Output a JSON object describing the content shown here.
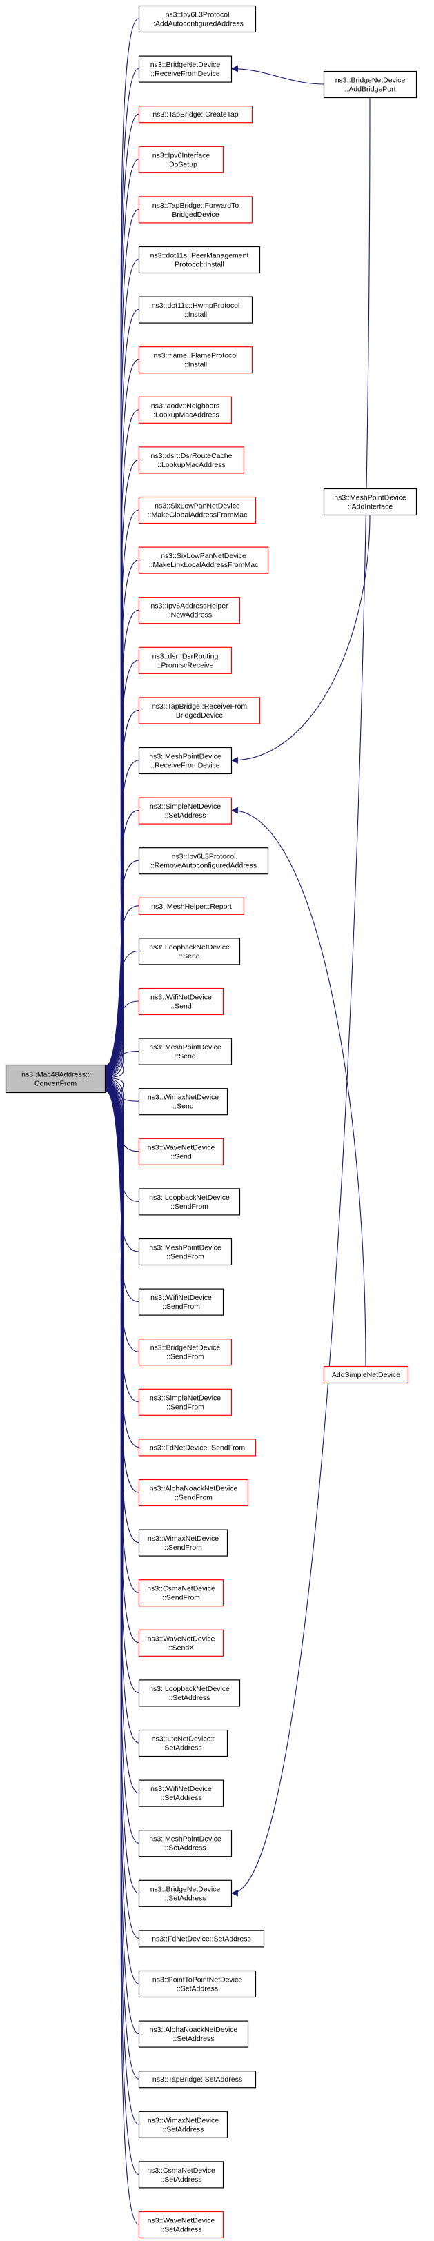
{
  "colors": {
    "edge": "#191970",
    "node_border_black": "#000000",
    "node_border_red": "#ff0000",
    "root_fill": "#bfbfbf",
    "node_fill": "#ffffff"
  },
  "root": {
    "id": "root",
    "lines": [
      "ns3::Mac48Address::",
      "ConvertFrom"
    ],
    "border": "black",
    "fill": "gray"
  },
  "callers": [
    {
      "id": "n1",
      "lines": [
        "ns3::Ipv6L3Protocol",
        "::AddAutoconfiguredAddress"
      ],
      "border": "black"
    },
    {
      "id": "n2",
      "lines": [
        "ns3::BridgeNetDevice",
        "::ReceiveFromDevice"
      ],
      "border": "black"
    },
    {
      "id": "n3",
      "lines": [
        "ns3::TapBridge::CreateTap"
      ],
      "border": "red"
    },
    {
      "id": "n4",
      "lines": [
        "ns3::Ipv6Interface",
        "::DoSetup"
      ],
      "border": "red"
    },
    {
      "id": "n5",
      "lines": [
        "ns3::TapBridge::ForwardTo",
        "BridgedDevice"
      ],
      "border": "red"
    },
    {
      "id": "n6",
      "lines": [
        "ns3::dot11s::PeerManagement",
        "Protocol::Install"
      ],
      "border": "black"
    },
    {
      "id": "n7",
      "lines": [
        "ns3::dot11s::HwmpProtocol",
        "::Install"
      ],
      "border": "black"
    },
    {
      "id": "n8",
      "lines": [
        "ns3::flame::FlameProtocol",
        "::Install"
      ],
      "border": "red"
    },
    {
      "id": "n9",
      "lines": [
        "ns3::aodv::Neighbors",
        "::LookupMacAddress"
      ],
      "border": "red"
    },
    {
      "id": "n10",
      "lines": [
        "ns3::dsr::DsrRouteCache",
        "::LookupMacAddress"
      ],
      "border": "red"
    },
    {
      "id": "n11",
      "lines": [
        "ns3::SixLowPanNetDevice",
        "::MakeGlobalAddressFromMac"
      ],
      "border": "red"
    },
    {
      "id": "n12",
      "lines": [
        "ns3::SixLowPanNetDevice",
        "::MakeLinkLocalAddressFromMac"
      ],
      "border": "red"
    },
    {
      "id": "n13",
      "lines": [
        "ns3::Ipv6AddressHelper",
        "::NewAddress"
      ],
      "border": "red"
    },
    {
      "id": "n14",
      "lines": [
        "ns3::dsr::DsrRouting",
        "::PromiscReceive"
      ],
      "border": "red"
    },
    {
      "id": "n15",
      "lines": [
        "ns3::TapBridge::ReceiveFrom",
        "BridgedDevice"
      ],
      "border": "red"
    },
    {
      "id": "n16",
      "lines": [
        "ns3::MeshPointDevice",
        "::ReceiveFromDevice"
      ],
      "border": "black"
    },
    {
      "id": "n17",
      "lines": [
        "ns3::SimpleNetDevice",
        "::SetAddress"
      ],
      "border": "red"
    },
    {
      "id": "n18",
      "lines": [
        "ns3::Ipv6L3Protocol",
        "::RemoveAutoconfiguredAddress"
      ],
      "border": "black"
    },
    {
      "id": "n19",
      "lines": [
        "ns3::MeshHelper::Report"
      ],
      "border": "red"
    },
    {
      "id": "n20",
      "lines": [
        "ns3::LoopbackNetDevice",
        "::Send"
      ],
      "border": "black"
    },
    {
      "id": "n21",
      "lines": [
        "ns3::WifiNetDevice",
        "::Send"
      ],
      "border": "red"
    },
    {
      "id": "n22",
      "lines": [
        "ns3::MeshPointDevice",
        "::Send"
      ],
      "border": "black"
    },
    {
      "id": "n23",
      "lines": [
        "ns3::WimaxNetDevice",
        "::Send"
      ],
      "border": "black"
    },
    {
      "id": "n24",
      "lines": [
        "ns3::WaveNetDevice",
        "::Send"
      ],
      "border": "red"
    },
    {
      "id": "n25",
      "lines": [
        "ns3::LoopbackNetDevice",
        "::SendFrom"
      ],
      "border": "black"
    },
    {
      "id": "n26",
      "lines": [
        "ns3::MeshPointDevice",
        "::SendFrom"
      ],
      "border": "black"
    },
    {
      "id": "n27",
      "lines": [
        "ns3::WifiNetDevice",
        "::SendFrom"
      ],
      "border": "black"
    },
    {
      "id": "n28",
      "lines": [
        "ns3::BridgeNetDevice",
        "::SendFrom"
      ],
      "border": "red"
    },
    {
      "id": "n29",
      "lines": [
        "ns3::SimpleNetDevice",
        "::SendFrom"
      ],
      "border": "red"
    },
    {
      "id": "n30",
      "lines": [
        "ns3::FdNetDevice::SendFrom"
      ],
      "border": "red"
    },
    {
      "id": "n31",
      "lines": [
        "ns3::AlohaNoackNetDevice",
        "::SendFrom"
      ],
      "border": "red"
    },
    {
      "id": "n32",
      "lines": [
        "ns3::WimaxNetDevice",
        "::SendFrom"
      ],
      "border": "black"
    },
    {
      "id": "n33",
      "lines": [
        "ns3::CsmaNetDevice",
        "::SendFrom"
      ],
      "border": "red"
    },
    {
      "id": "n34",
      "lines": [
        "ns3::WaveNetDevice",
        "::SendX"
      ],
      "border": "red"
    },
    {
      "id": "n35",
      "lines": [
        "ns3::LoopbackNetDevice",
        "::SetAddress"
      ],
      "border": "black"
    },
    {
      "id": "n36",
      "lines": [
        "ns3::LteNetDevice::",
        "SetAddress"
      ],
      "border": "black"
    },
    {
      "id": "n37",
      "lines": [
        "ns3::WifiNetDevice",
        "::SetAddress"
      ],
      "border": "black"
    },
    {
      "id": "n38",
      "lines": [
        "ns3::MeshPointDevice",
        "::SetAddress"
      ],
      "border": "black"
    },
    {
      "id": "n39",
      "lines": [
        "ns3::BridgeNetDevice",
        "::SetAddress"
      ],
      "border": "black"
    },
    {
      "id": "n40",
      "lines": [
        "ns3::FdNetDevice::SetAddress"
      ],
      "border": "black"
    },
    {
      "id": "n41",
      "lines": [
        "ns3::PointToPointNetDevice",
        "::SetAddress"
      ],
      "border": "black"
    },
    {
      "id": "n42",
      "lines": [
        "ns3::AlohaNoackNetDevice",
        "::SetAddress"
      ],
      "border": "black"
    },
    {
      "id": "n43",
      "lines": [
        "ns3::TapBridge::SetAddress"
      ],
      "border": "black"
    },
    {
      "id": "n44",
      "lines": [
        "ns3::WimaxNetDevice",
        "::SetAddress"
      ],
      "border": "black"
    },
    {
      "id": "n45",
      "lines": [
        "ns3::CsmaNetDevice",
        "::SetAddress"
      ],
      "border": "black"
    },
    {
      "id": "n46",
      "lines": [
        "ns3::WaveNetDevice",
        "::SetAddress"
      ],
      "border": "red"
    }
  ],
  "right_nodes": [
    {
      "id": "r1",
      "lines": [
        "ns3::BridgeNetDevice",
        "::AddBridgePort"
      ],
      "border": "black"
    },
    {
      "id": "r2",
      "lines": [
        "ns3::MeshPointDevice",
        "::AddInterface"
      ],
      "border": "black"
    },
    {
      "id": "r3",
      "lines": [
        "AddSimpleNetDevice"
      ],
      "border": "red"
    }
  ],
  "extra_edges": [
    {
      "from": "r1",
      "to": "n2"
    },
    {
      "from": "r1",
      "to": "n39"
    },
    {
      "from": "r2",
      "to": "n16"
    },
    {
      "from": "r3",
      "to": "n17"
    }
  ]
}
